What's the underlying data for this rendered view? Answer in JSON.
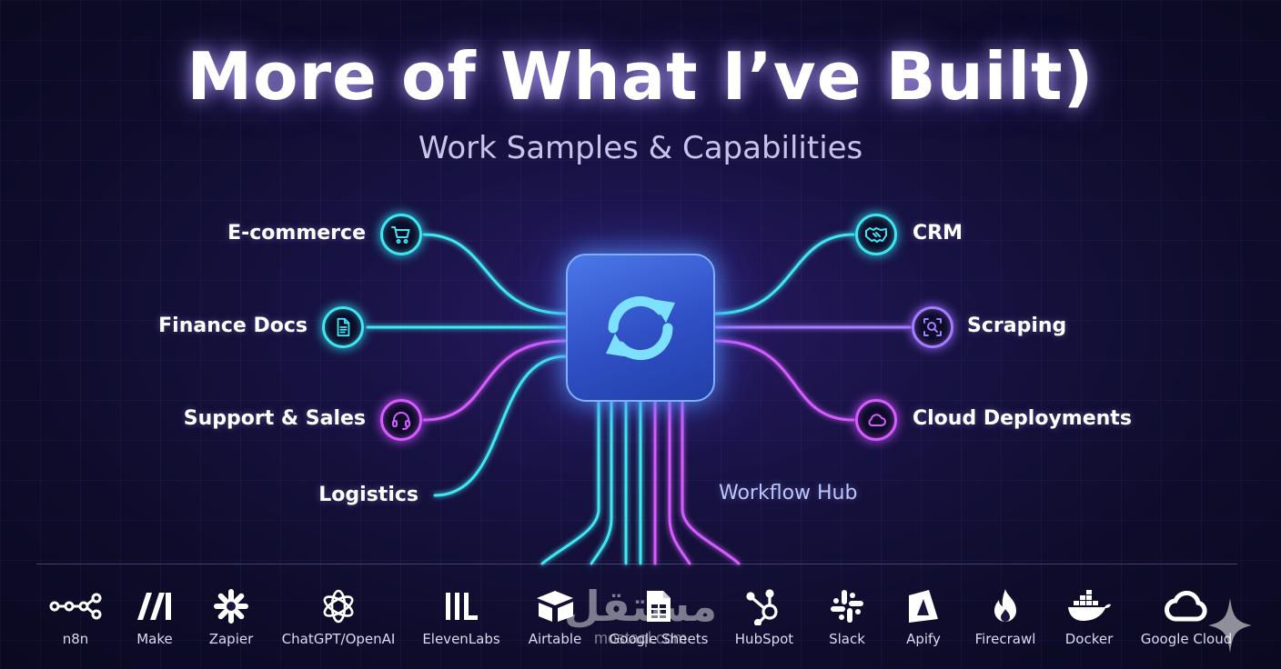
{
  "header": {
    "title": "More of What I’ve Built)",
    "subtitle": "Work Samples & Capabilities"
  },
  "hub": {
    "label": "Workflow Hub",
    "icon": "sync-icon"
  },
  "capabilities_left": [
    {
      "label": "E-commerce",
      "icon": "cart-icon",
      "color": "#3fe6f2"
    },
    {
      "label": "Finance Docs",
      "icon": "document-icon",
      "color": "#3fe6f2"
    },
    {
      "label": "Support & Sales",
      "icon": "headset-icon",
      "color": "#d65cff"
    },
    {
      "label": "Logistics",
      "icon": "",
      "color": "#3fe6f2"
    }
  ],
  "capabilities_right": [
    {
      "label": "CRM",
      "icon": "handshake-icon",
      "color": "#3fe6f2"
    },
    {
      "label": "Scraping",
      "icon": "scan-search-icon",
      "color": "#a57cff"
    },
    {
      "label": "Cloud Deployments",
      "icon": "cloud-icon",
      "color": "#d65cff"
    }
  ],
  "tools": [
    {
      "name": "n8n",
      "icon": "n8n-icon"
    },
    {
      "name": "Make",
      "icon": "make-icon"
    },
    {
      "name": "Zapier",
      "icon": "zapier-icon"
    },
    {
      "name": "ChatGPT/OpenAI",
      "icon": "openai-icon"
    },
    {
      "name": "ElevenLabs",
      "icon": "elevenlabs-icon"
    },
    {
      "name": "Airtable",
      "icon": "airtable-icon"
    },
    {
      "name": "Google Sheets",
      "icon": "google-sheets-icon"
    },
    {
      "name": "HubSpot",
      "icon": "hubspot-icon"
    },
    {
      "name": "Slack",
      "icon": "slack-icon"
    },
    {
      "name": "Apify",
      "icon": "apify-icon"
    },
    {
      "name": "Firecrawl",
      "icon": "firecrawl-icon"
    },
    {
      "name": "Docker",
      "icon": "docker-icon"
    },
    {
      "name": "Google Cloud",
      "icon": "google-cloud-icon"
    }
  ],
  "watermark": {
    "text": "مستقل",
    "subtext": "mostaql.com"
  },
  "colors": {
    "cyan": "#3fe6f2",
    "violet": "#a57cff",
    "magenta": "#d65cff",
    "hub_blue": "#3d63d8",
    "background": "#120f35"
  }
}
